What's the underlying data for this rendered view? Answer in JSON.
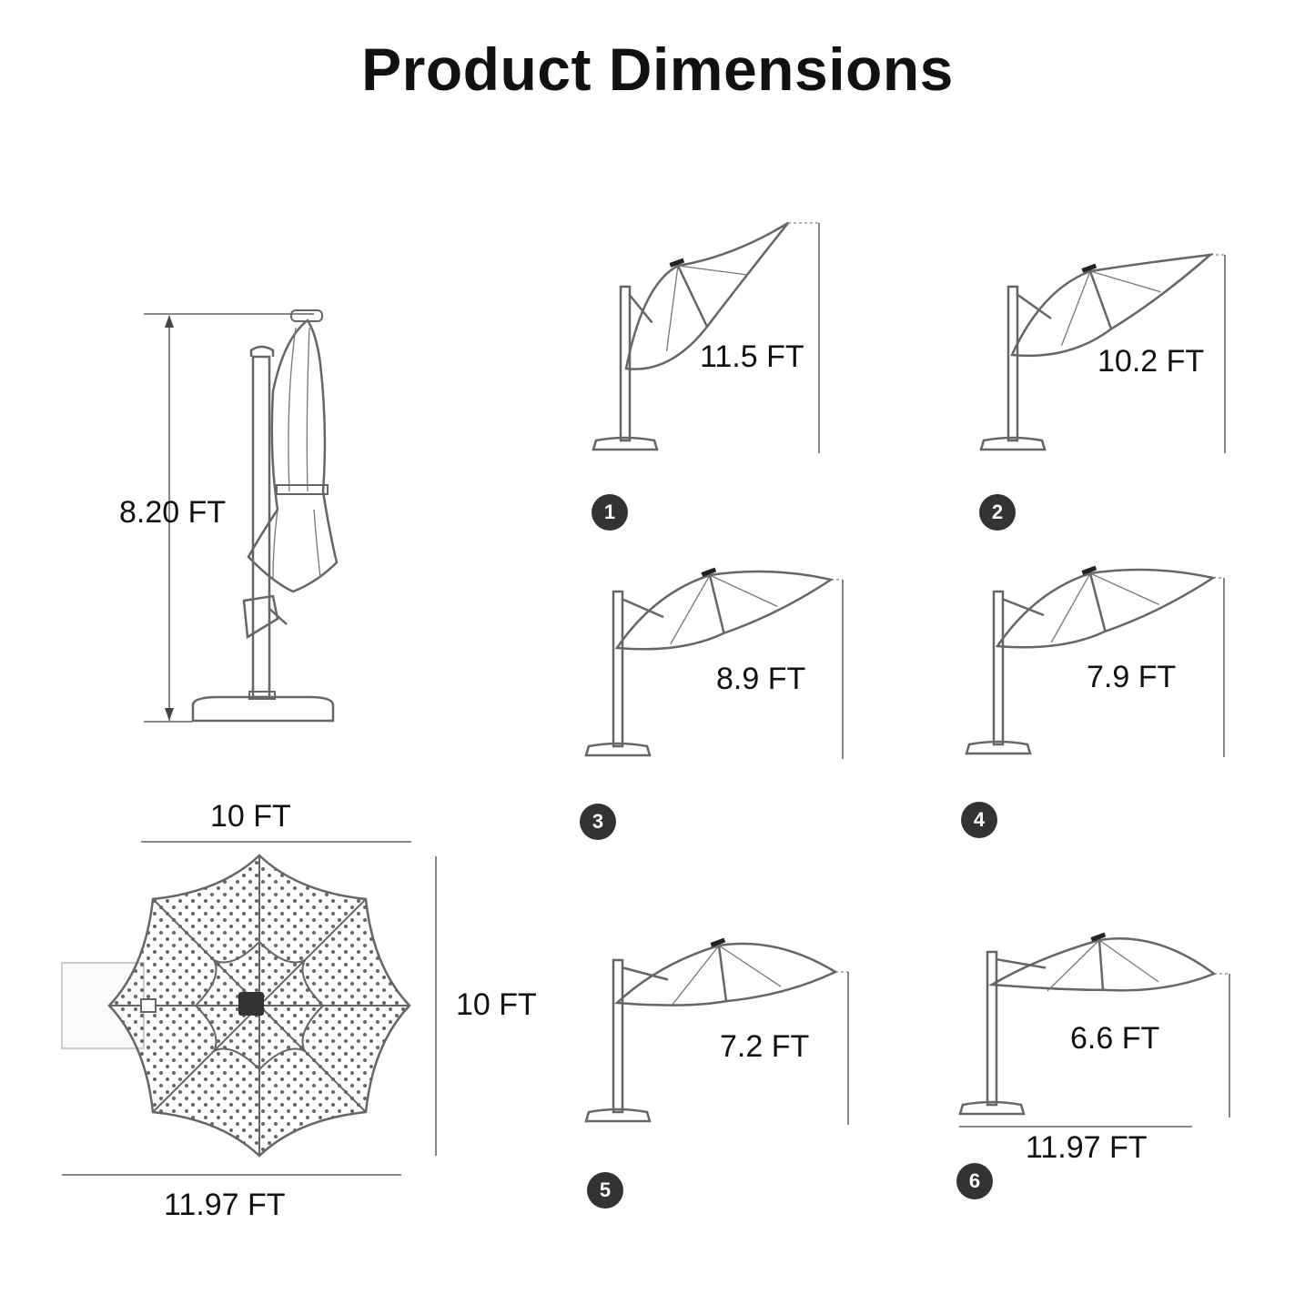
{
  "title": "Product Dimensions",
  "side_view": {
    "height_label": "8.20 FT"
  },
  "top_view": {
    "top_width_label": "10 FT",
    "side_depth_label": "10 FT",
    "bottom_width_label": "11.97 FT"
  },
  "positions": [
    {
      "number": "1",
      "height_label": "11.5 FT"
    },
    {
      "number": "2",
      "height_label": "10.2 FT"
    },
    {
      "number": "3",
      "height_label": "8.9 FT"
    },
    {
      "number": "4",
      "height_label": "7.9 FT"
    },
    {
      "number": "5",
      "height_label": "7.2 FT"
    },
    {
      "number": "6",
      "height_label": "6.6 FT",
      "width_label": "11.97 FT"
    }
  ]
}
